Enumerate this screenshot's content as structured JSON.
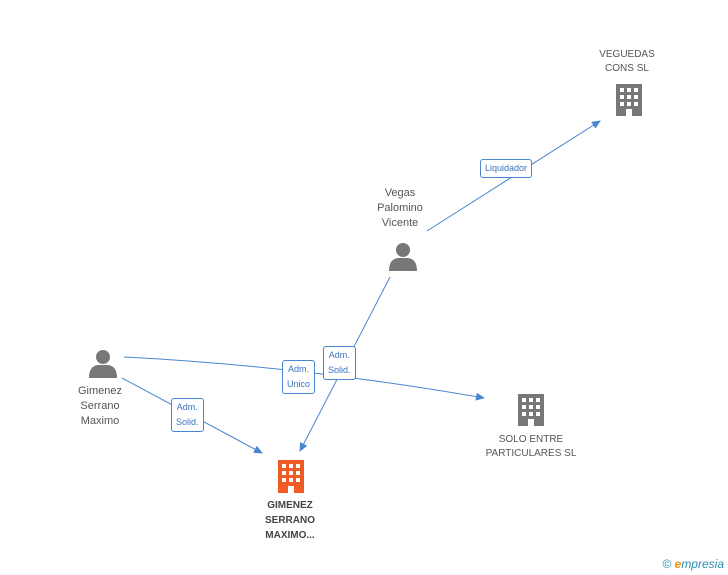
{
  "nodes": {
    "vegas": {
      "lines": [
        "Vegas",
        "Palomino",
        "Vicente"
      ]
    },
    "gimenez_person": {
      "lines": [
        "Gimenez",
        "Serrano",
        "Maximo"
      ]
    },
    "vegueda": {
      "lines": [
        "VEGUEDAS",
        "CONS SL"
      ]
    },
    "solo": {
      "lines": [
        "SOLO ENTRE",
        "PARTICULARES SL"
      ]
    },
    "gimenez_company": {
      "lines": [
        "GIMENEZ",
        "SERRANO",
        "MAXIMO..."
      ]
    }
  },
  "edges": {
    "liquidador": {
      "lines": [
        "Liquidador"
      ]
    },
    "adm_unico": {
      "lines": [
        "Adm.",
        "Unico"
      ]
    },
    "adm_solid_center": {
      "lines": [
        "Adm.",
        "Solid."
      ]
    },
    "adm_solid_left": {
      "lines": [
        "Adm.",
        "Solid."
      ]
    }
  },
  "colors": {
    "edge": "#4a86d0",
    "person_icon": "#777777",
    "company_icon": "#777777",
    "main_company_icon": "#f05a24"
  },
  "footer": {
    "copyright": "©",
    "brand_first": "e",
    "brand_rest": "mpresia"
  }
}
